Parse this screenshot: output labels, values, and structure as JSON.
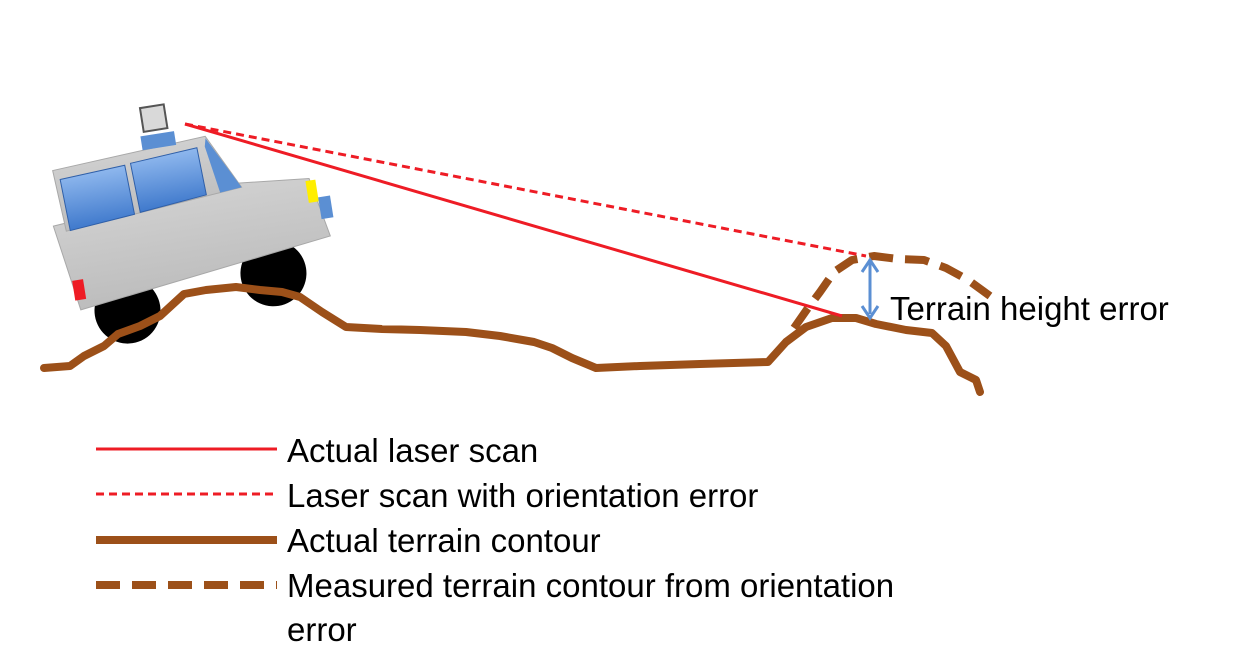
{
  "annotation": {
    "height_error_label": "Terrain height error",
    "arrow_color": "#5b8fd3"
  },
  "legend": {
    "items": [
      {
        "label": "Actual laser scan",
        "style": "solid-thin",
        "color": "#ee1c25"
      },
      {
        "label": "Laser scan with orientation error",
        "style": "dashed-thin",
        "color": "#ee1c25"
      },
      {
        "label": "Actual terrain contour",
        "style": "solid-thick",
        "color": "#9c5019"
      },
      {
        "label_line1": "Measured terrain contour from orientation",
        "label_line2": "error",
        "style": "dashed-thick",
        "color": "#9c5019"
      }
    ]
  },
  "colors": {
    "laser": "#ee1c25",
    "terrain": "#9c5019",
    "vehicle_body": "#c8c8c8",
    "vehicle_window": "#5b8fd3",
    "headlight": "#ffee00",
    "taillight": "#ee1c25",
    "wheel": "#000000"
  },
  "icons": {
    "vehicle": "vehicle-icon",
    "sensor": "laser-sensor-icon"
  }
}
